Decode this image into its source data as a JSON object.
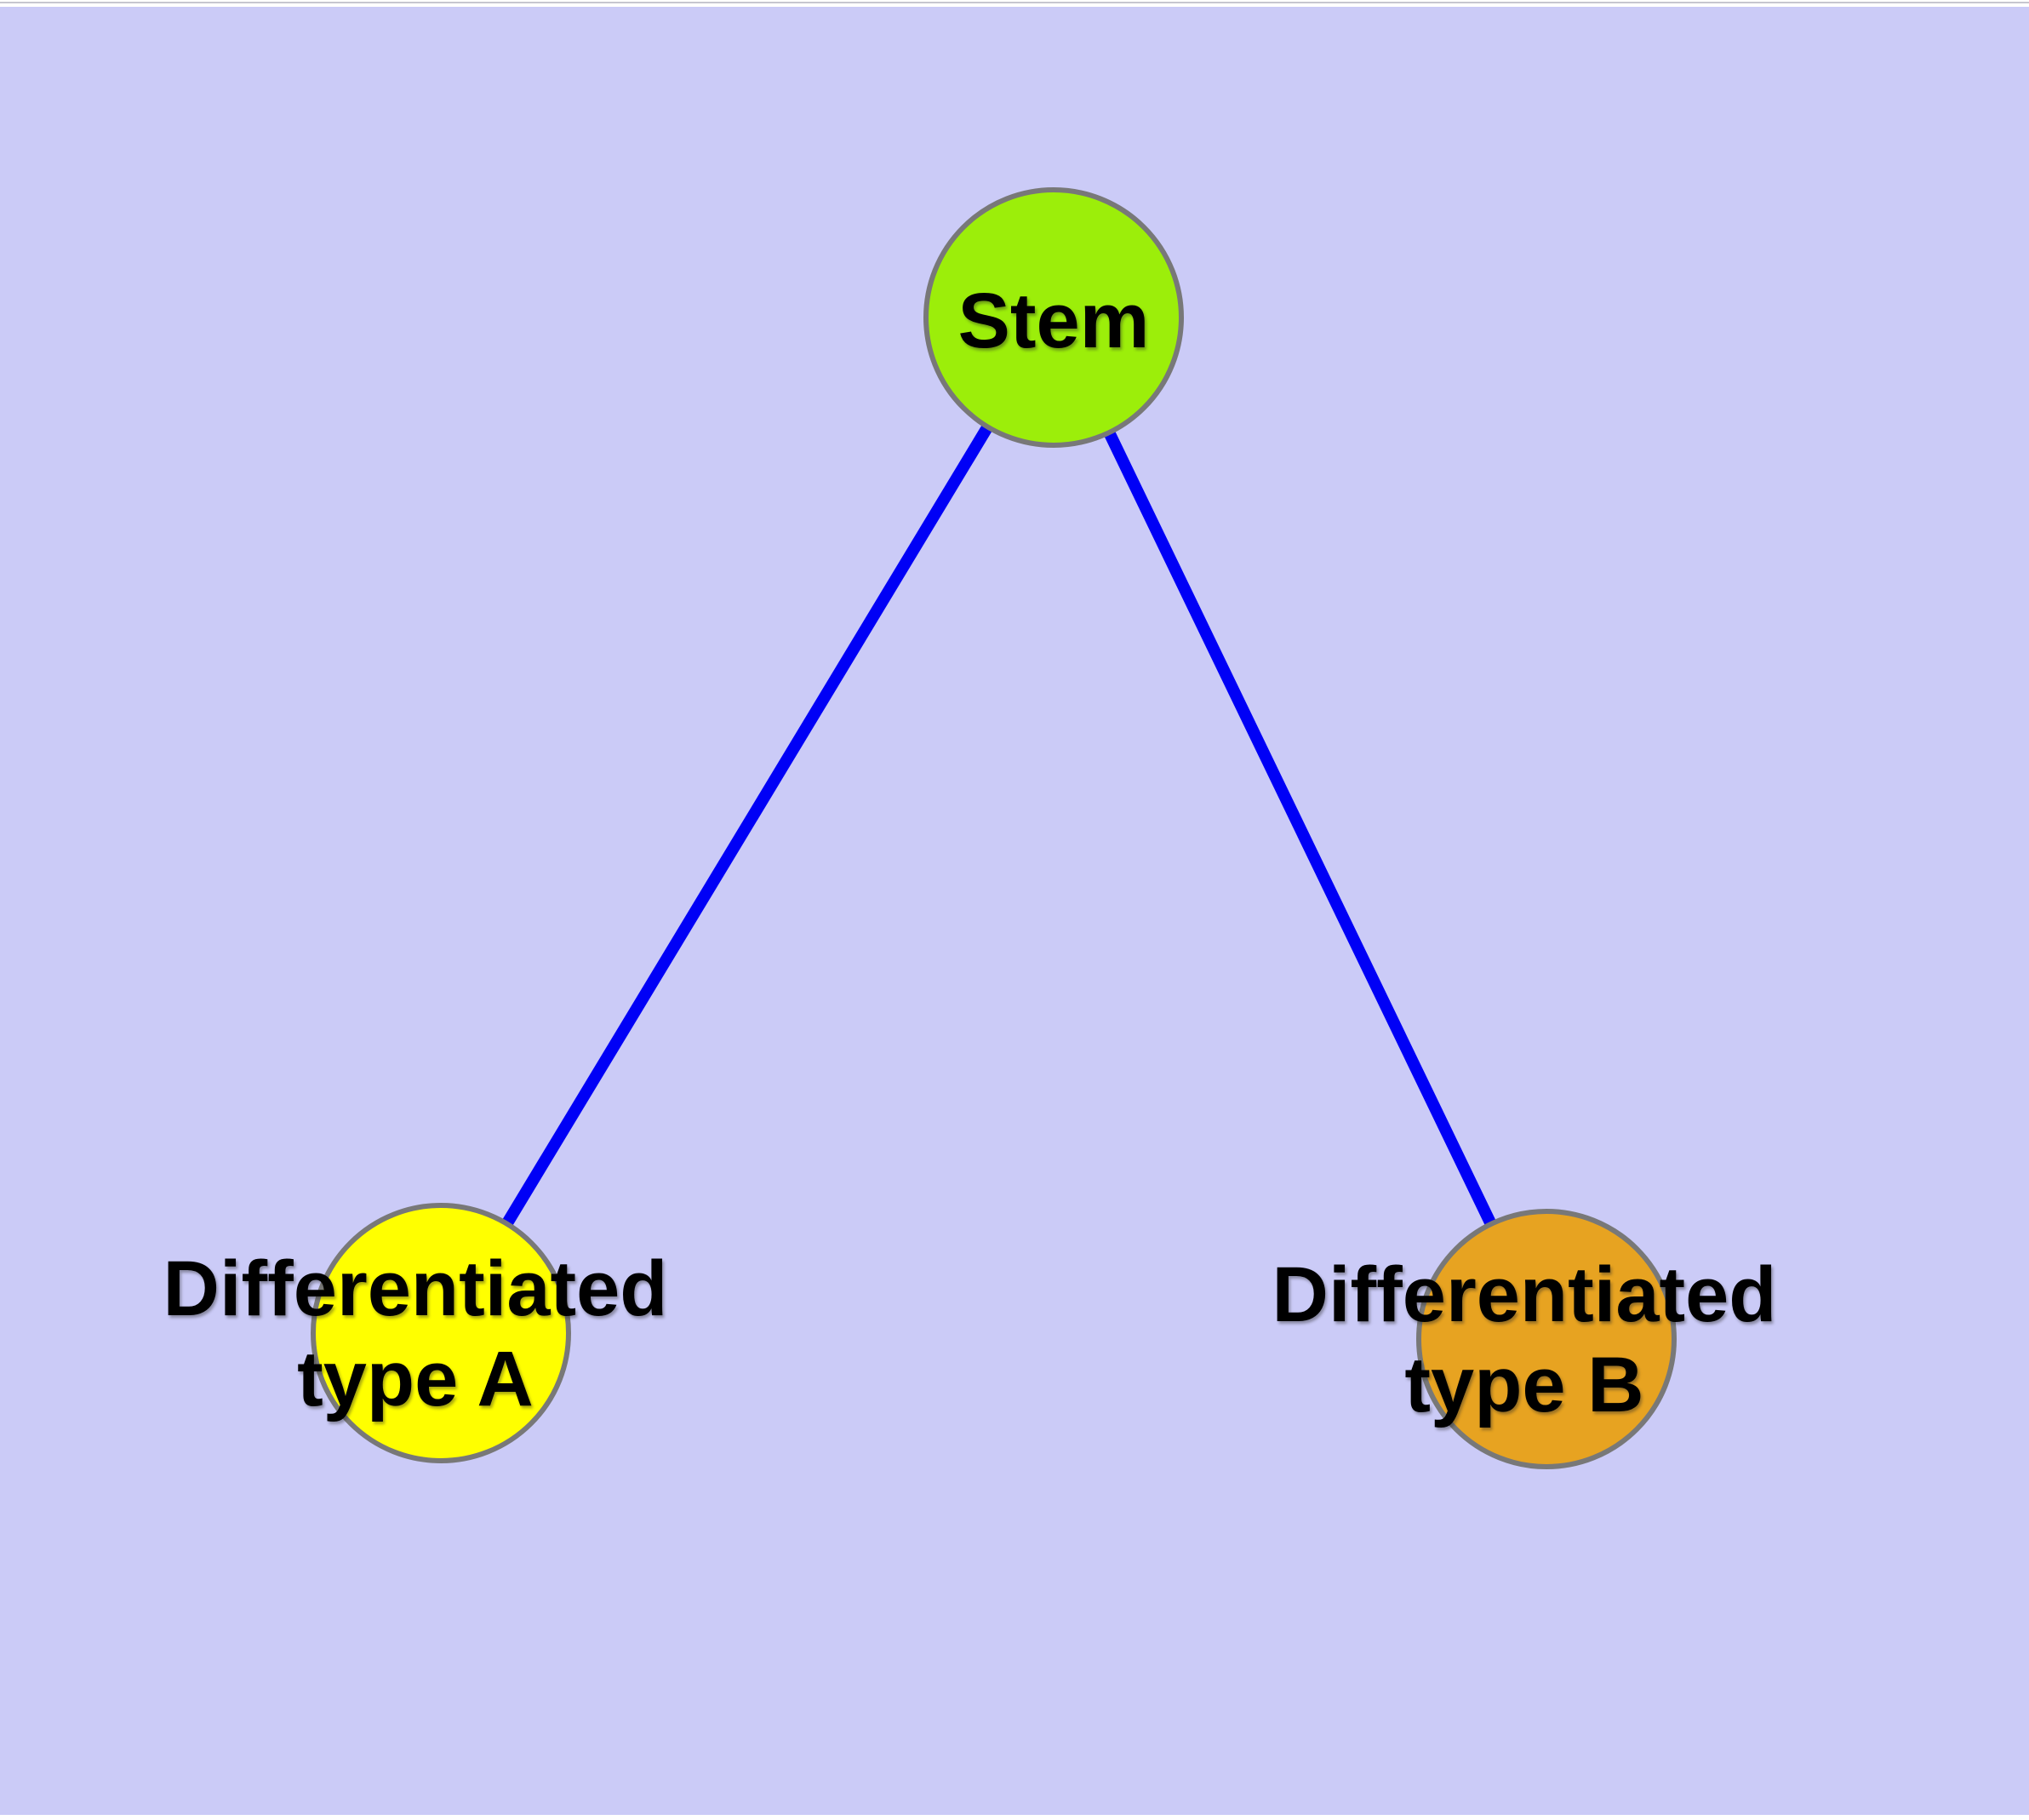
{
  "figure_type": "network-graph-diagram",
  "background_color": "#CBCBF7",
  "top_border_color": "#C6C6D0",
  "nodes": [
    {
      "id": "stem",
      "label": "Stem",
      "fill": "#9CEE0A",
      "border_color": "#787878",
      "text_color": "#000000"
    },
    {
      "id": "differentiated-type-a",
      "label": "Differentiated\ntype A",
      "fill": "#FFFF00",
      "border_color": "#787878",
      "text_color": "#000000"
    },
    {
      "id": "differentiated-type-b",
      "label": "Differentiated\ntype B",
      "fill": "#E7A321",
      "border_color": "#787878",
      "text_color": "#000000"
    }
  ],
  "edges": [
    {
      "from": "stem",
      "to": "differentiated-type-a",
      "color": "#0000F6"
    },
    {
      "from": "stem",
      "to": "differentiated-type-b",
      "color": "#0000F6"
    }
  ]
}
